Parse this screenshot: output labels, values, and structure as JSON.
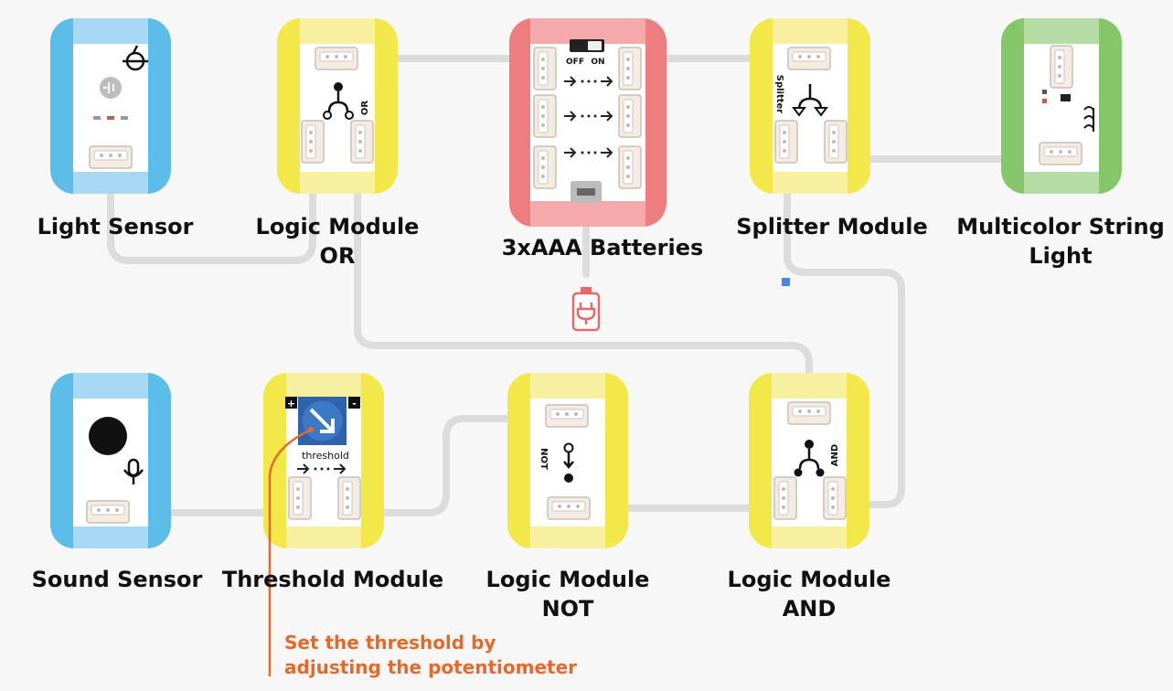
{
  "modules": {
    "light_sensor": {
      "label": "Light Sensor"
    },
    "logic_or": {
      "label_line1": "Logic Module",
      "label_line2": "OR",
      "board_text": "OR"
    },
    "batteries": {
      "label": "3xAAA Batteries",
      "switch_off": "OFF",
      "switch_on": "ON"
    },
    "splitter": {
      "label": "Splitter Module",
      "board_text": "Splitter"
    },
    "string_light": {
      "label_line1": "Multicolor String",
      "label_line2": "Light"
    },
    "sound_sensor": {
      "label": "Sound Sensor"
    },
    "threshold": {
      "label": "Threshold Module",
      "board_text": "threshold",
      "plus": "+",
      "minus": "-"
    },
    "logic_not": {
      "label_line1": "Logic Module",
      "label_line2": "NOT",
      "board_text": "NOT"
    },
    "logic_and": {
      "label_line1": "Logic Module",
      "label_line2": "AND",
      "board_text": "AND"
    }
  },
  "annotation": {
    "line1": "Set the threshold by",
    "line2": "adjusting the potentiometer"
  },
  "colors": {
    "blue": "#5bbde8",
    "yellow": "#f2e84a",
    "red": "#ee7d7f",
    "green": "#86c66b",
    "wire": "#dcdcdc",
    "accent": "#e46a2b"
  }
}
